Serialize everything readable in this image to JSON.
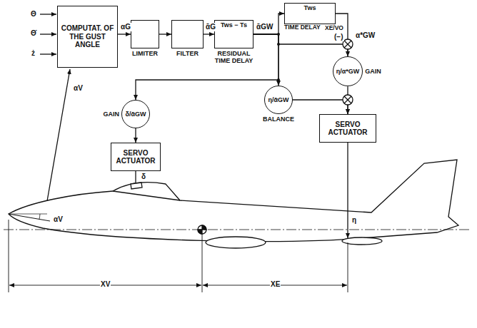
{
  "diagram": {
    "nodes": [
      {
        "text": [
          "COMPUTAT. OF THE GUST ANGLE"
        ]
      },
      {
        "text": [
          "LIMITER"
        ]
      },
      {
        "text": [
          "FILTER"
        ]
      },
      {
        "text": [
          "Tws − Ts",
          "RESIDUAL TIME DELAY"
        ]
      },
      {
        "text": [
          "Tws",
          "TIME DELAY"
        ]
      },
      {
        "text": [
          "η/α*GW",
          "GAIN"
        ]
      },
      {
        "text": [
          "η/ᾱGW",
          "BALANCE"
        ]
      },
      {
        "text": [
          "SERVO ACTUATOR"
        ]
      },
      {
        "text": [
          "δ/ᾱGW",
          "GAIN"
        ]
      },
      {
        "text": [
          "SERVO ACTUATOR"
        ]
      }
    ],
    "edges": [
      {
        "from": 0,
        "to": 1,
        "arrow": "to"
      },
      {
        "from": 1,
        "to": 2,
        "arrow": "to"
      },
      {
        "from": 2,
        "to": 3,
        "arrow": "to"
      },
      {
        "from": 3,
        "to": 4,
        "arrow": "to"
      },
      {
        "from": 3,
        "to": 5,
        "arrow": "to"
      },
      {
        "from": 4,
        "to": 5,
        "arrow": "to"
      },
      {
        "from": 3,
        "to": 6,
        "arrow": "to"
      },
      {
        "from": 3,
        "to": 8,
        "arrow": "to"
      },
      {
        "from": 5,
        "to": 7,
        "arrow": "to"
      },
      {
        "from": 6,
        "to": 7,
        "arrow": "to"
      },
      {
        "from": 8,
        "to": 9,
        "arrow": "to"
      }
    ],
    "labels": [
      "Θ",
      "Θ̇",
      "ż",
      "αV",
      "αG",
      "ᾱG",
      "ᾱGW",
      "XE/VO",
      "(−)",
      "α*GW",
      "δ",
      "η",
      "αV",
      "XV",
      "XE"
    ]
  }
}
